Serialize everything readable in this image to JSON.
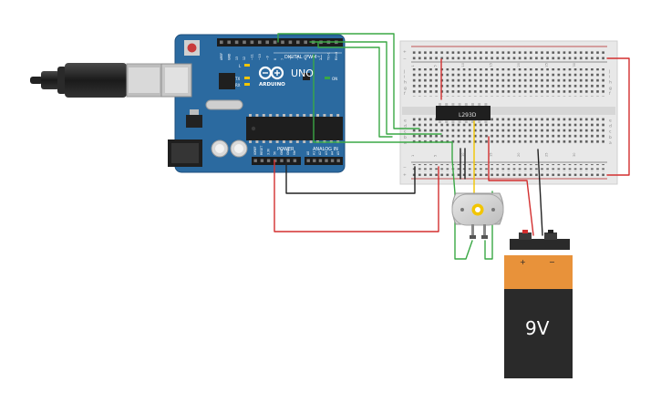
{
  "arduino": {
    "brand": "ARDUINO",
    "model": "UNO",
    "digital_label": "DIGITAL (PWM~)",
    "power_label": "POWER",
    "analog_label": "ANALOG IN",
    "on_label": "ON",
    "l_label": "L",
    "tx_label": "TX",
    "rx_label": "RX",
    "digital_pins": [
      "AREF",
      "GND",
      "13",
      "12",
      "~11",
      "~10",
      "~9",
      "8",
      "7",
      "~6",
      "~5",
      "4",
      "~3",
      "2",
      "TX>1",
      "RX<0"
    ],
    "power_pins": [
      "IOREF",
      "RESET",
      "3.3V",
      "5V",
      "GND",
      "GND",
      "Vin"
    ],
    "analog_pins": [
      "A0",
      "A1",
      "A2",
      "A3",
      "A4",
      "A5"
    ]
  },
  "chip": {
    "label": "L293D"
  },
  "battery": {
    "label": "9V",
    "plus": "+",
    "minus": "−"
  },
  "breadboard": {
    "columns": [
      "1",
      "5",
      "10",
      "15",
      "20",
      "25",
      "30"
    ],
    "rows_top": [
      "j",
      "i",
      "h",
      "g",
      "f"
    ],
    "rows_bottom": [
      "e",
      "d",
      "c",
      "b",
      "a"
    ],
    "rail_plus": "+",
    "rail_minus": "−"
  },
  "colors": {
    "board": "#2b6aa0",
    "wire_red": "#d32f2f",
    "wire_green": "#3aa845",
    "wire_black": "#222222",
    "wire_yellow": "#f2c500",
    "battery_orange": "#e8923a",
    "battery_black": "#2a2a2a"
  }
}
